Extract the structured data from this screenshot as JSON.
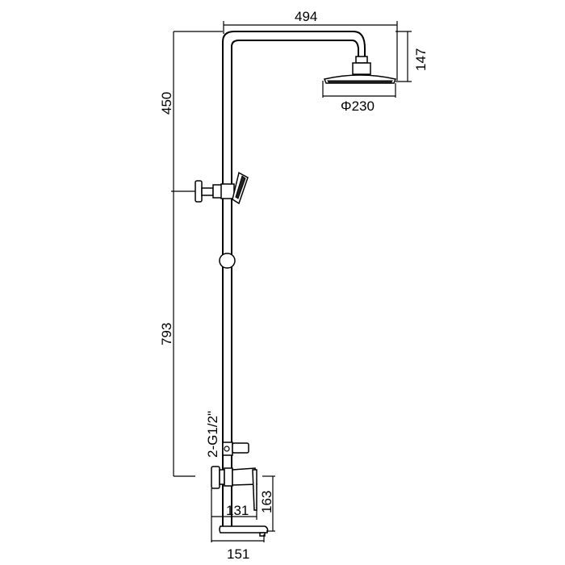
{
  "title": "Shower column dimension drawing",
  "dimensions": {
    "top_width": "494",
    "head_height": "147",
    "head_diameter": "Φ230",
    "upper_height": "450",
    "lower_height": "793",
    "inlet": "2-G1/2\"",
    "valve_depth": "131",
    "valve_height": "163",
    "spout_width": "151"
  }
}
